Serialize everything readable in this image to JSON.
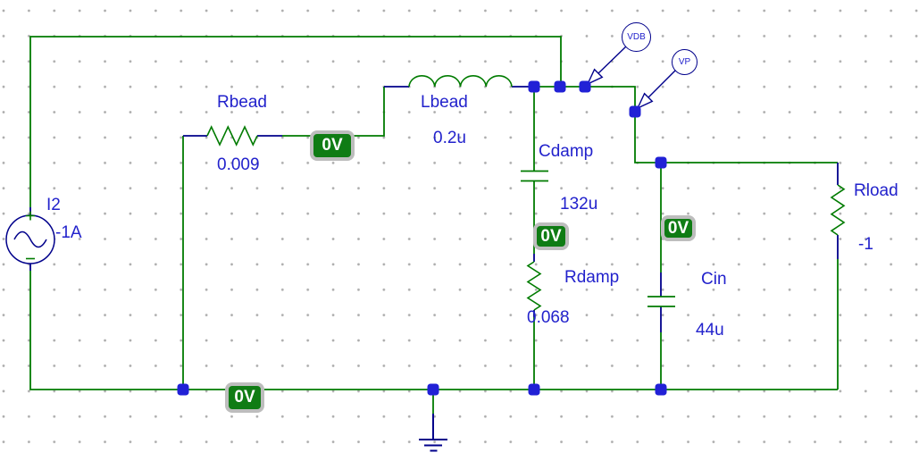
{
  "app": {
    "view": "ltspice-style-schematic"
  },
  "colors": {
    "wire_green": "#007B00",
    "symbol_navy": "#00008B",
    "label_blue": "#2222CC",
    "node_blue": "#2121D6",
    "marker_green": "#0F7C14",
    "marker_gray": "#BDBDBD",
    "marker_text": "#FFFFFF",
    "background": "#FFFFFF",
    "grid_dot": "#ACACAC"
  },
  "components": {
    "i2": {
      "name": "I2",
      "value": "-1A",
      "type": "current-source"
    },
    "rbead": {
      "name": "Rbead",
      "value": "0.009",
      "type": "resistor"
    },
    "lbead": {
      "name": "Lbead",
      "value": "0.2u",
      "type": "inductor"
    },
    "cdamp": {
      "name": "Cdamp",
      "value": "132u",
      "type": "capacitor"
    },
    "rdamp": {
      "name": "Rdamp",
      "value": "0.068",
      "type": "resistor"
    },
    "cin": {
      "name": "Cin",
      "value": "44u",
      "type": "capacitor"
    },
    "rload": {
      "name": "Rload",
      "value": "-1",
      "type": "resistor"
    }
  },
  "probes": {
    "vdb": {
      "label": "VDB"
    },
    "vp": {
      "label": "VP"
    }
  },
  "markers": {
    "rbead_out": "0V",
    "cdamp_mid": "0V",
    "cin_top": "0V",
    "gnd_rail": "0V"
  }
}
